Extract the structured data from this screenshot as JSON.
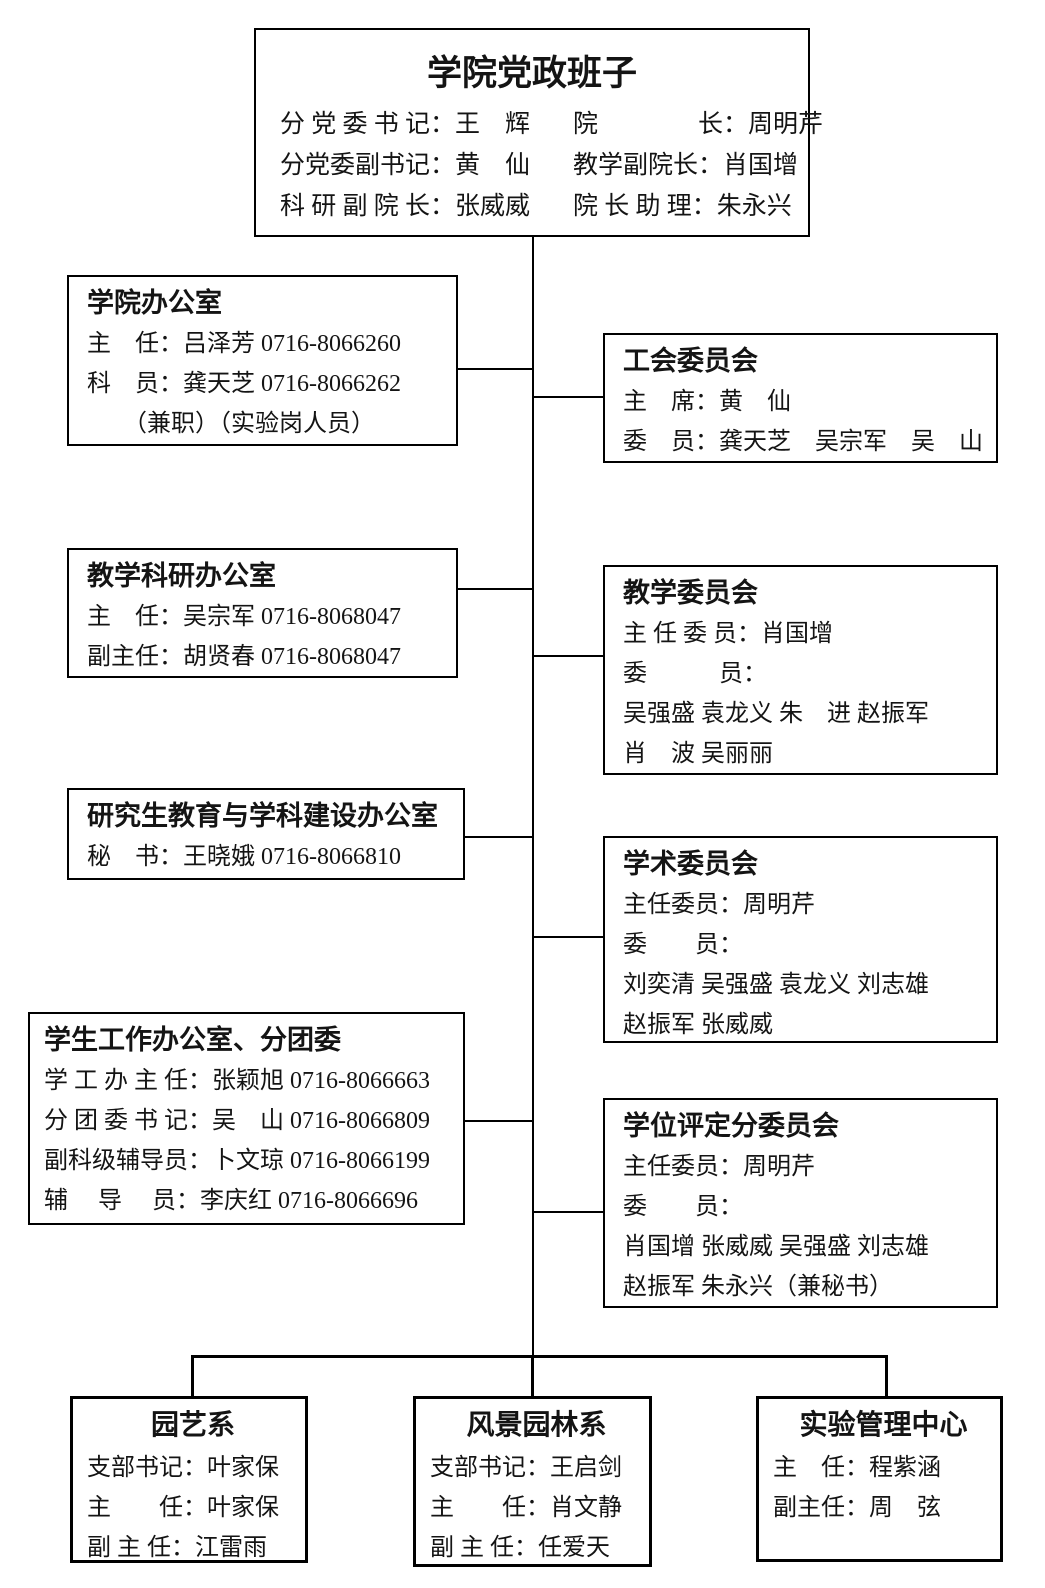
{
  "page": {
    "background": "#ffffff",
    "line_color": "#000000"
  },
  "top_box": {
    "title": "学院党政班子",
    "rows": [
      {
        "left": "分 党 委 书 记：王　辉",
        "right": "院　　　　长：周明芹"
      },
      {
        "left": "分党委副书记：黄　仙",
        "right": "教学副院长：肖国增"
      },
      {
        "left": "科 研 副 院 长：张威威",
        "right": "院 长 助 理：朱永兴"
      }
    ]
  },
  "left_boxes": [
    {
      "title": "学院办公室",
      "lines": [
        "主　任：吕泽芳 0716-8066260",
        "科　员：龚天芝 0716-8066262",
        "　　（兼职）（实验岗人员）"
      ]
    },
    {
      "title": "教学科研办公室",
      "lines": [
        "主　任：吴宗军 0716-8068047",
        "副主任：胡贤春 0716-8068047"
      ]
    },
    {
      "title": "研究生教育与学科建设办公室",
      "lines": [
        "秘　书：王晓娥 0716-8066810"
      ]
    },
    {
      "title": "学生工作办公室、分团委",
      "lines": [
        "学 工 办 主 任：张颖旭 0716-8066663",
        "分 团 委 书 记：吴　山 0716-8066809",
        "副科级辅导员：卜文琼 0716-8066199",
        "辅　 导　 员：李庆红 0716-8066696"
      ]
    }
  ],
  "right_boxes": [
    {
      "title": "工会委员会",
      "lines": [
        "主　席：黄　仙",
        "委　员：龚天芝　吴宗军　吴　山"
      ]
    },
    {
      "title": "教学委员会",
      "lines": [
        "主 任 委 员：肖国增",
        "委　　　员：",
        "吴强盛 袁龙义 朱　进 赵振军",
        "肖　波 吴丽丽"
      ]
    },
    {
      "title": "学术委员会",
      "lines": [
        "主任委员：周明芹",
        "委　　员：",
        "刘奕清 吴强盛 袁龙义 刘志雄",
        "赵振军 张威威"
      ]
    },
    {
      "title": "学位评定分委员会",
      "lines": [
        "主任委员：周明芹",
        "委　　员：",
        "肖国增 张威威 吴强盛 刘志雄",
        "赵振军 朱永兴（兼秘书）"
      ]
    }
  ],
  "bottom_boxes": [
    {
      "title": "园艺系",
      "lines": [
        "支部书记：叶家保",
        "主　　任：叶家保",
        "副 主 任：江雷雨"
      ]
    },
    {
      "title": "风景园林系",
      "lines": [
        "支部书记：王启剑",
        "主　　任：肖文静",
        "副 主 任：任爱天"
      ]
    },
    {
      "title": "实验管理中心",
      "lines": [
        "主　任：程紫涵",
        "副主任：周　弦"
      ]
    }
  ]
}
